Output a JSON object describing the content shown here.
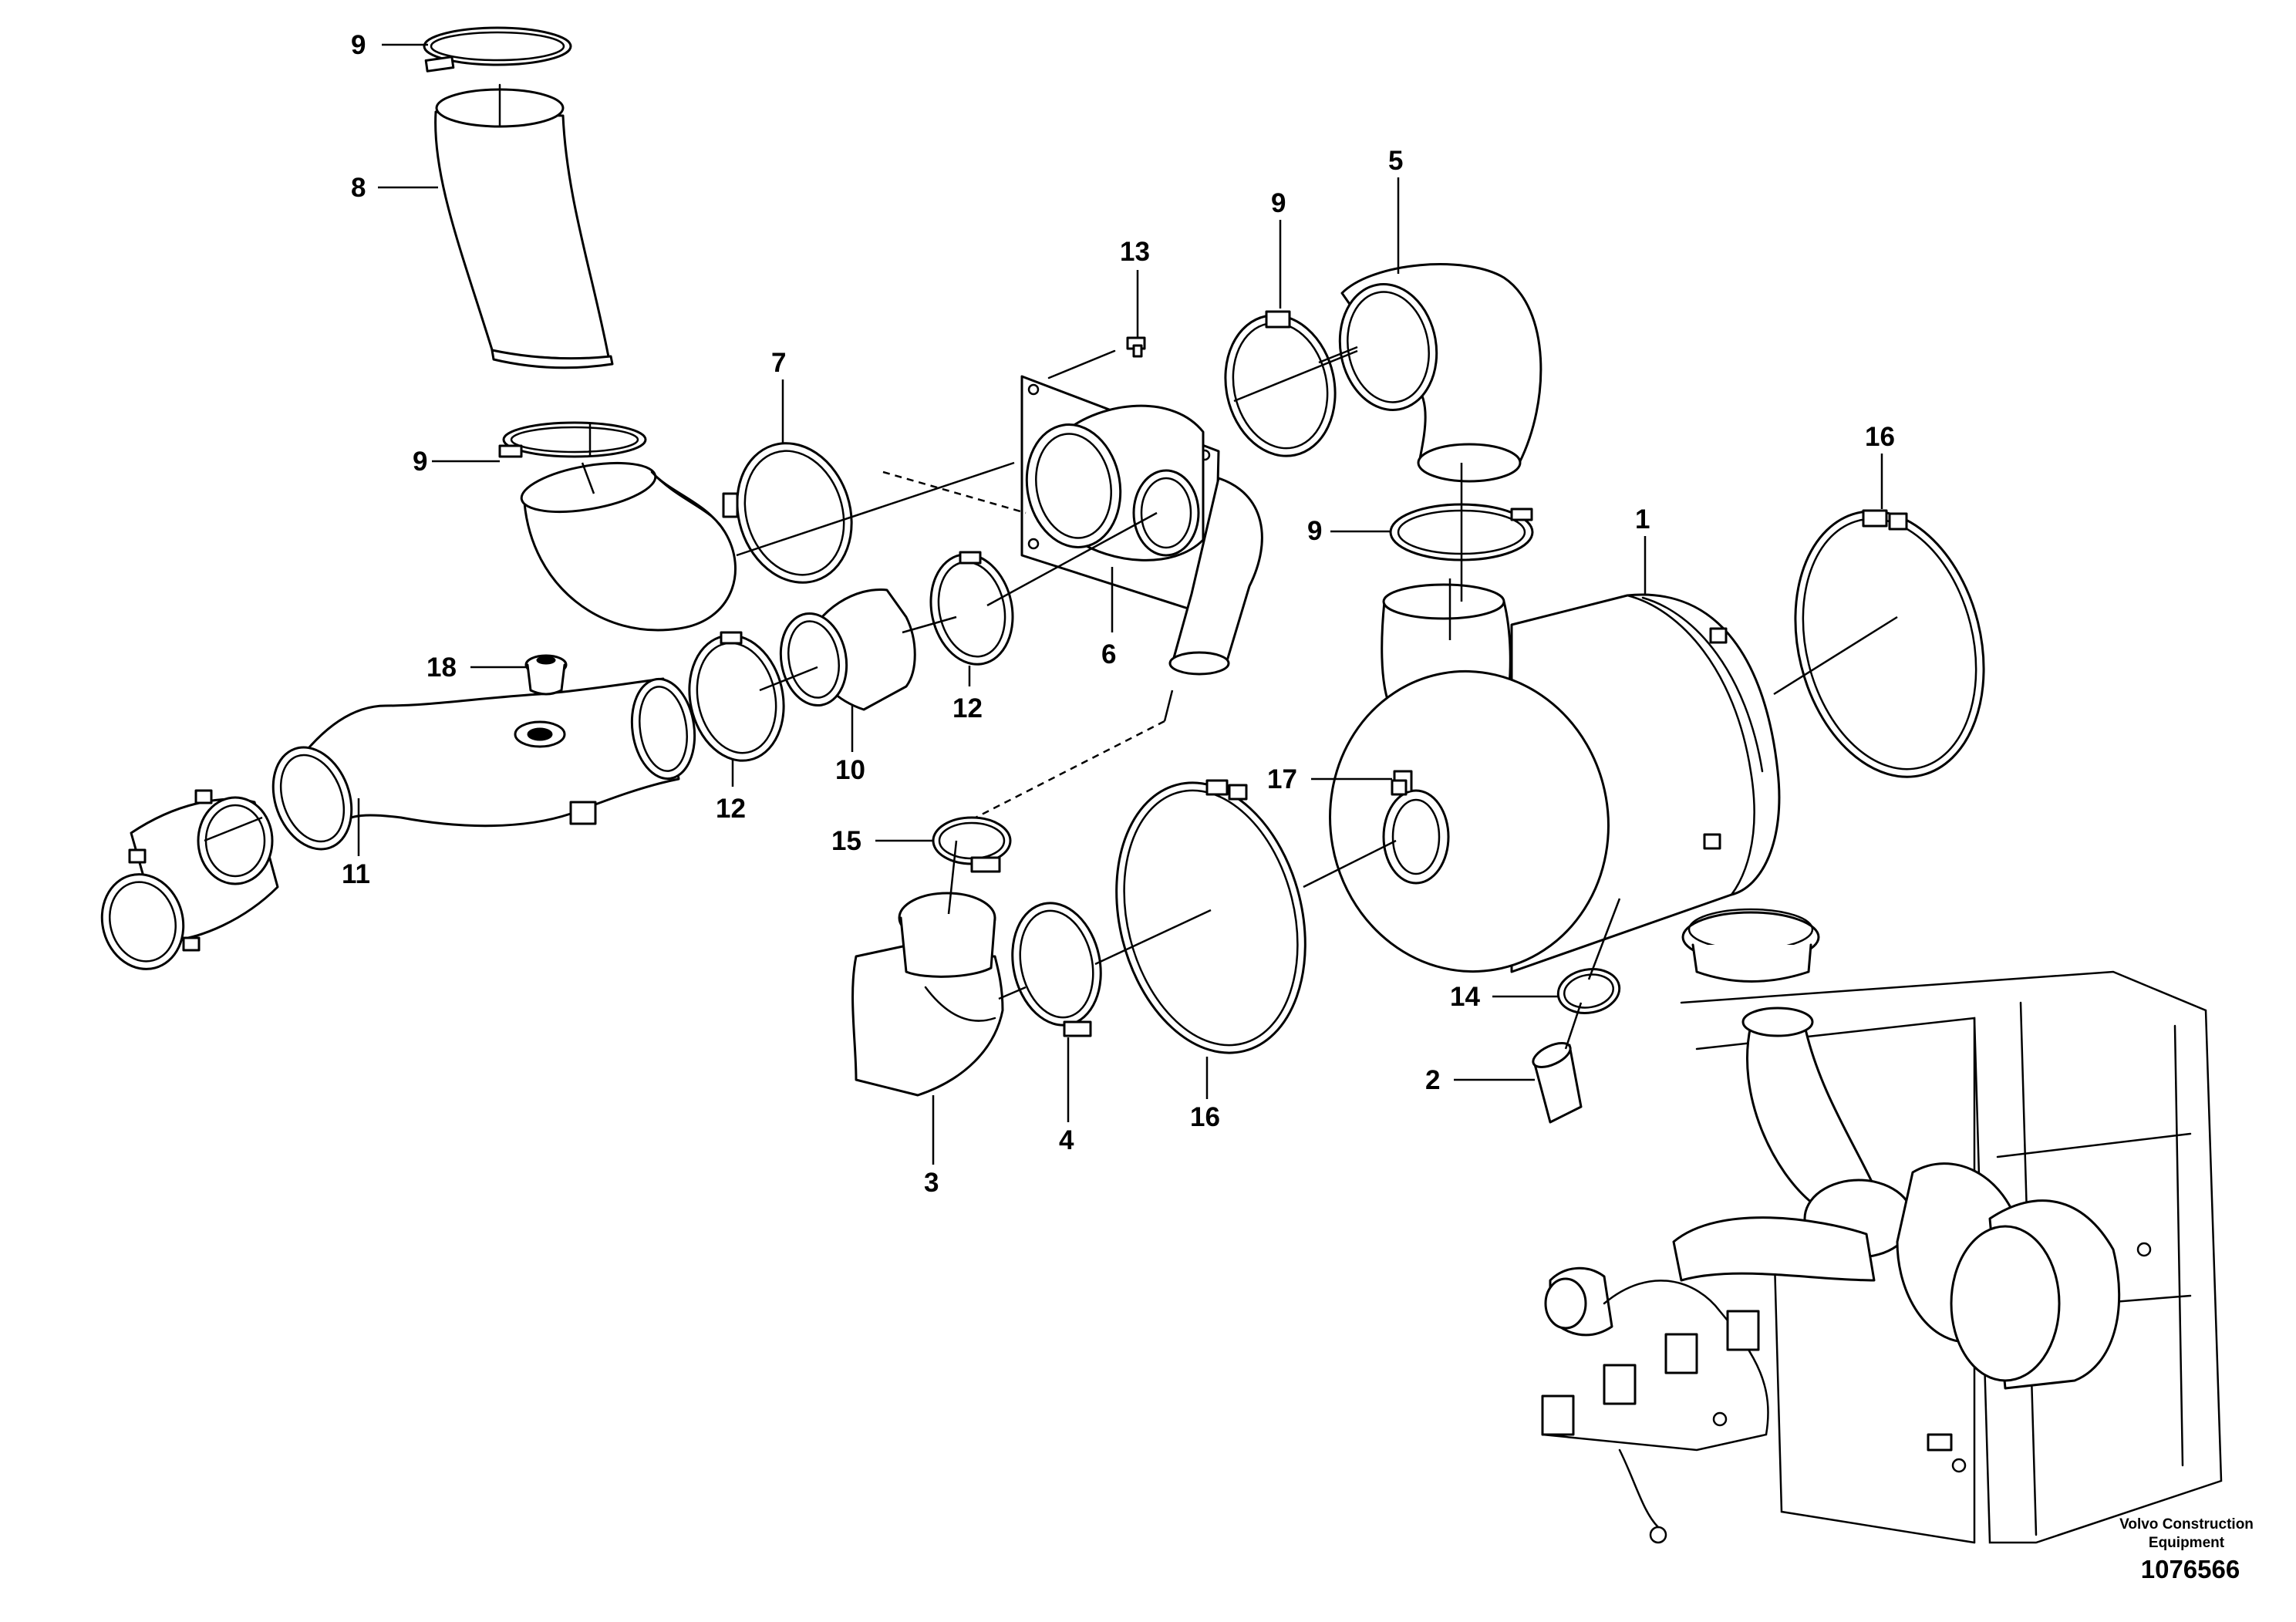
{
  "brand": {
    "line1": "Volvo Construction",
    "line2": "Equipment",
    "code": "1076566"
  },
  "callouts": {
    "c1": "1",
    "c2": "2",
    "c3": "3",
    "c4": "4",
    "c5": "5",
    "c6": "6",
    "c7": "7",
    "c8": "8",
    "c9a": "9",
    "c9b": "9",
    "c9c": "9",
    "c9d": "9",
    "c10": "10",
    "c11": "11",
    "c12a": "12",
    "c12b": "12",
    "c13": "13",
    "c14": "14",
    "c15": "15",
    "c16a": "16",
    "c16b": "16",
    "c17": "17",
    "c18": "18"
  },
  "icons": [
    "hose-clamp-icon",
    "air-filter-housing-icon",
    "elbow-pipe-icon",
    "engine-frame-overview-icon"
  ]
}
